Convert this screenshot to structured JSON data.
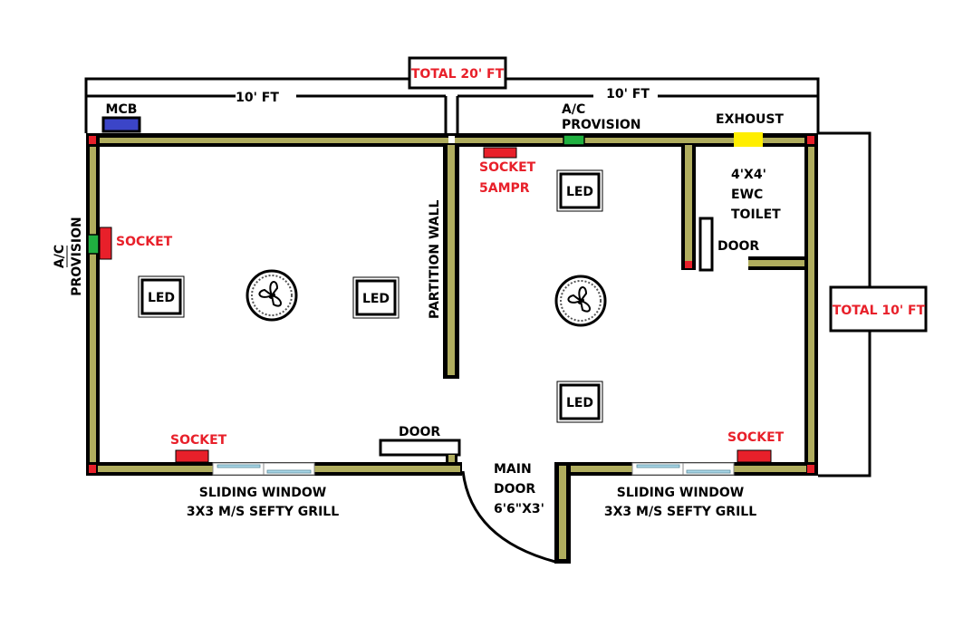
{
  "dimensions": {
    "total_length": "TOTAL 20' FT",
    "total_width": "TOTAL 10' FT",
    "left_room_length": "10' FT",
    "right_room_length": "10' FT"
  },
  "labels": {
    "mcb": "MCB",
    "ac_top_line1": "A/C",
    "ac_top_line2": "PROVISION",
    "exhaust": "EXHOUST",
    "ac_left_line1": "A/C",
    "ac_left_line2": "PROVISION",
    "socket_left": "SOCKET",
    "socket_5a_line1": "SOCKET",
    "socket_5a_line2": "5AMPR",
    "socket_bottom_left": "SOCKET",
    "socket_bottom_right": "SOCKET",
    "partition_wall": "PARTITION WALL",
    "toilet_line1": "4'X4'",
    "toilet_line2": "EWC",
    "toilet_line3": "TOILET",
    "toilet_door": "DOOR",
    "room_door": "DOOR",
    "main_door_line1": "MAIN",
    "main_door_line2": "DOOR",
    "main_door_line3": "6'6\"X3'",
    "window_left_line1": "SLIDING WINDOW",
    "window_left_line2": "3X3 M/S SEFTY GRILL",
    "window_right_line1": "SLIDING WINDOW",
    "window_right_line2": "3X3 M/S SEFTY GRILL"
  },
  "fixtures": {
    "led_label": "LED",
    "leds": [
      "LED",
      "LED",
      "LED",
      "LED"
    ]
  },
  "colors": {
    "wall": "#b0ad5e",
    "socket": "#e8202a",
    "mcb": "#3b45c8",
    "ac": "#20b040",
    "exhaust": "#ffee00",
    "label_red": "#e8202a",
    "window_glass": "#a8d8e8"
  }
}
